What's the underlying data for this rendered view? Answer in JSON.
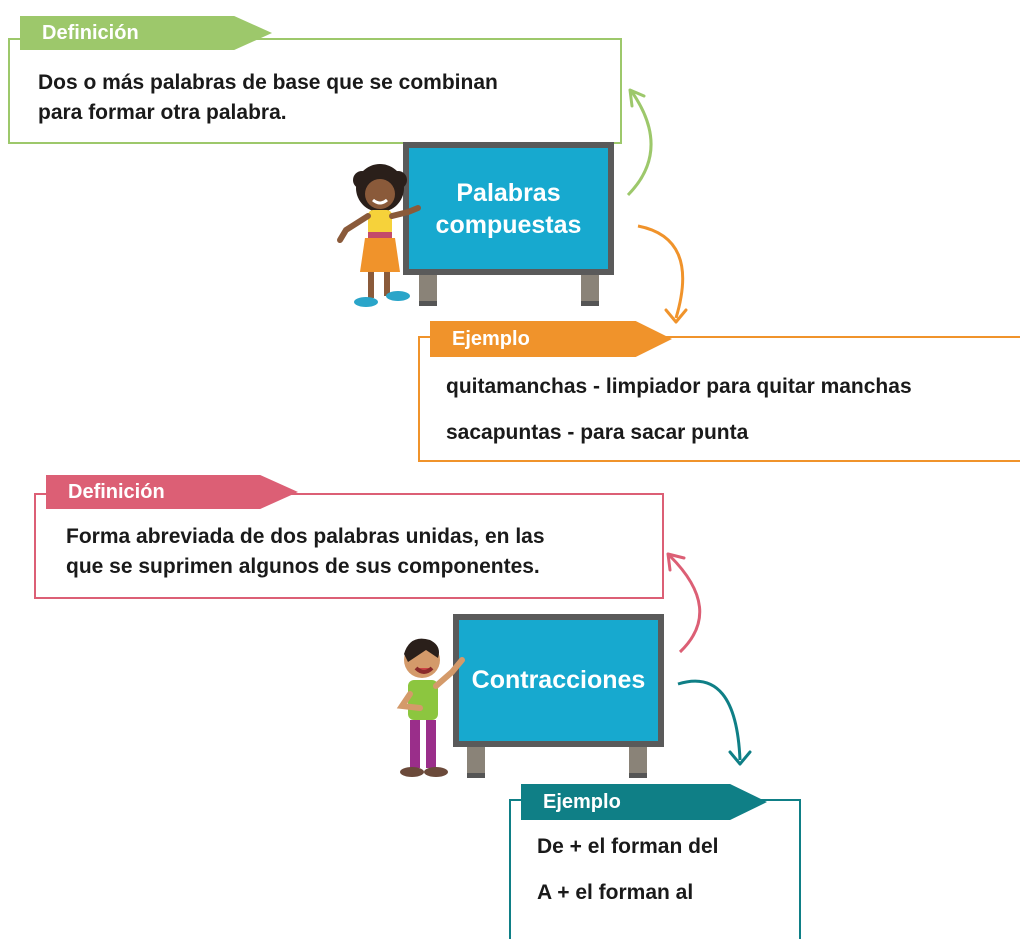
{
  "compound": {
    "definition": {
      "tag": "Definición",
      "text_line1": "Dos o más palabras de base que se combinan",
      "text_line2": "para formar otra palabra."
    },
    "board": {
      "line1": "Palabras",
      "line2": "compuestas"
    },
    "example": {
      "tag": "Ejemplo",
      "line1": "quitamanchas - limpiador para quitar manchas",
      "line2": "sacapuntas - para sacar punta"
    }
  },
  "contraction": {
    "definition": {
      "tag": "Definición",
      "text_line1": "Forma abreviada de dos palabras unidas, en las",
      "text_line2": "que se suprimen algunos de sus componentes."
    },
    "board": {
      "label": "Contracciones"
    },
    "example": {
      "tag": "Ejemplo",
      "line1": "De + el forman del",
      "line2": "A + el forman al"
    }
  },
  "colors": {
    "green": "#9dc86b",
    "orange": "#f0932b",
    "pink": "#dc5f75",
    "teal": "#0f7f86",
    "board": "#17a9cf"
  }
}
